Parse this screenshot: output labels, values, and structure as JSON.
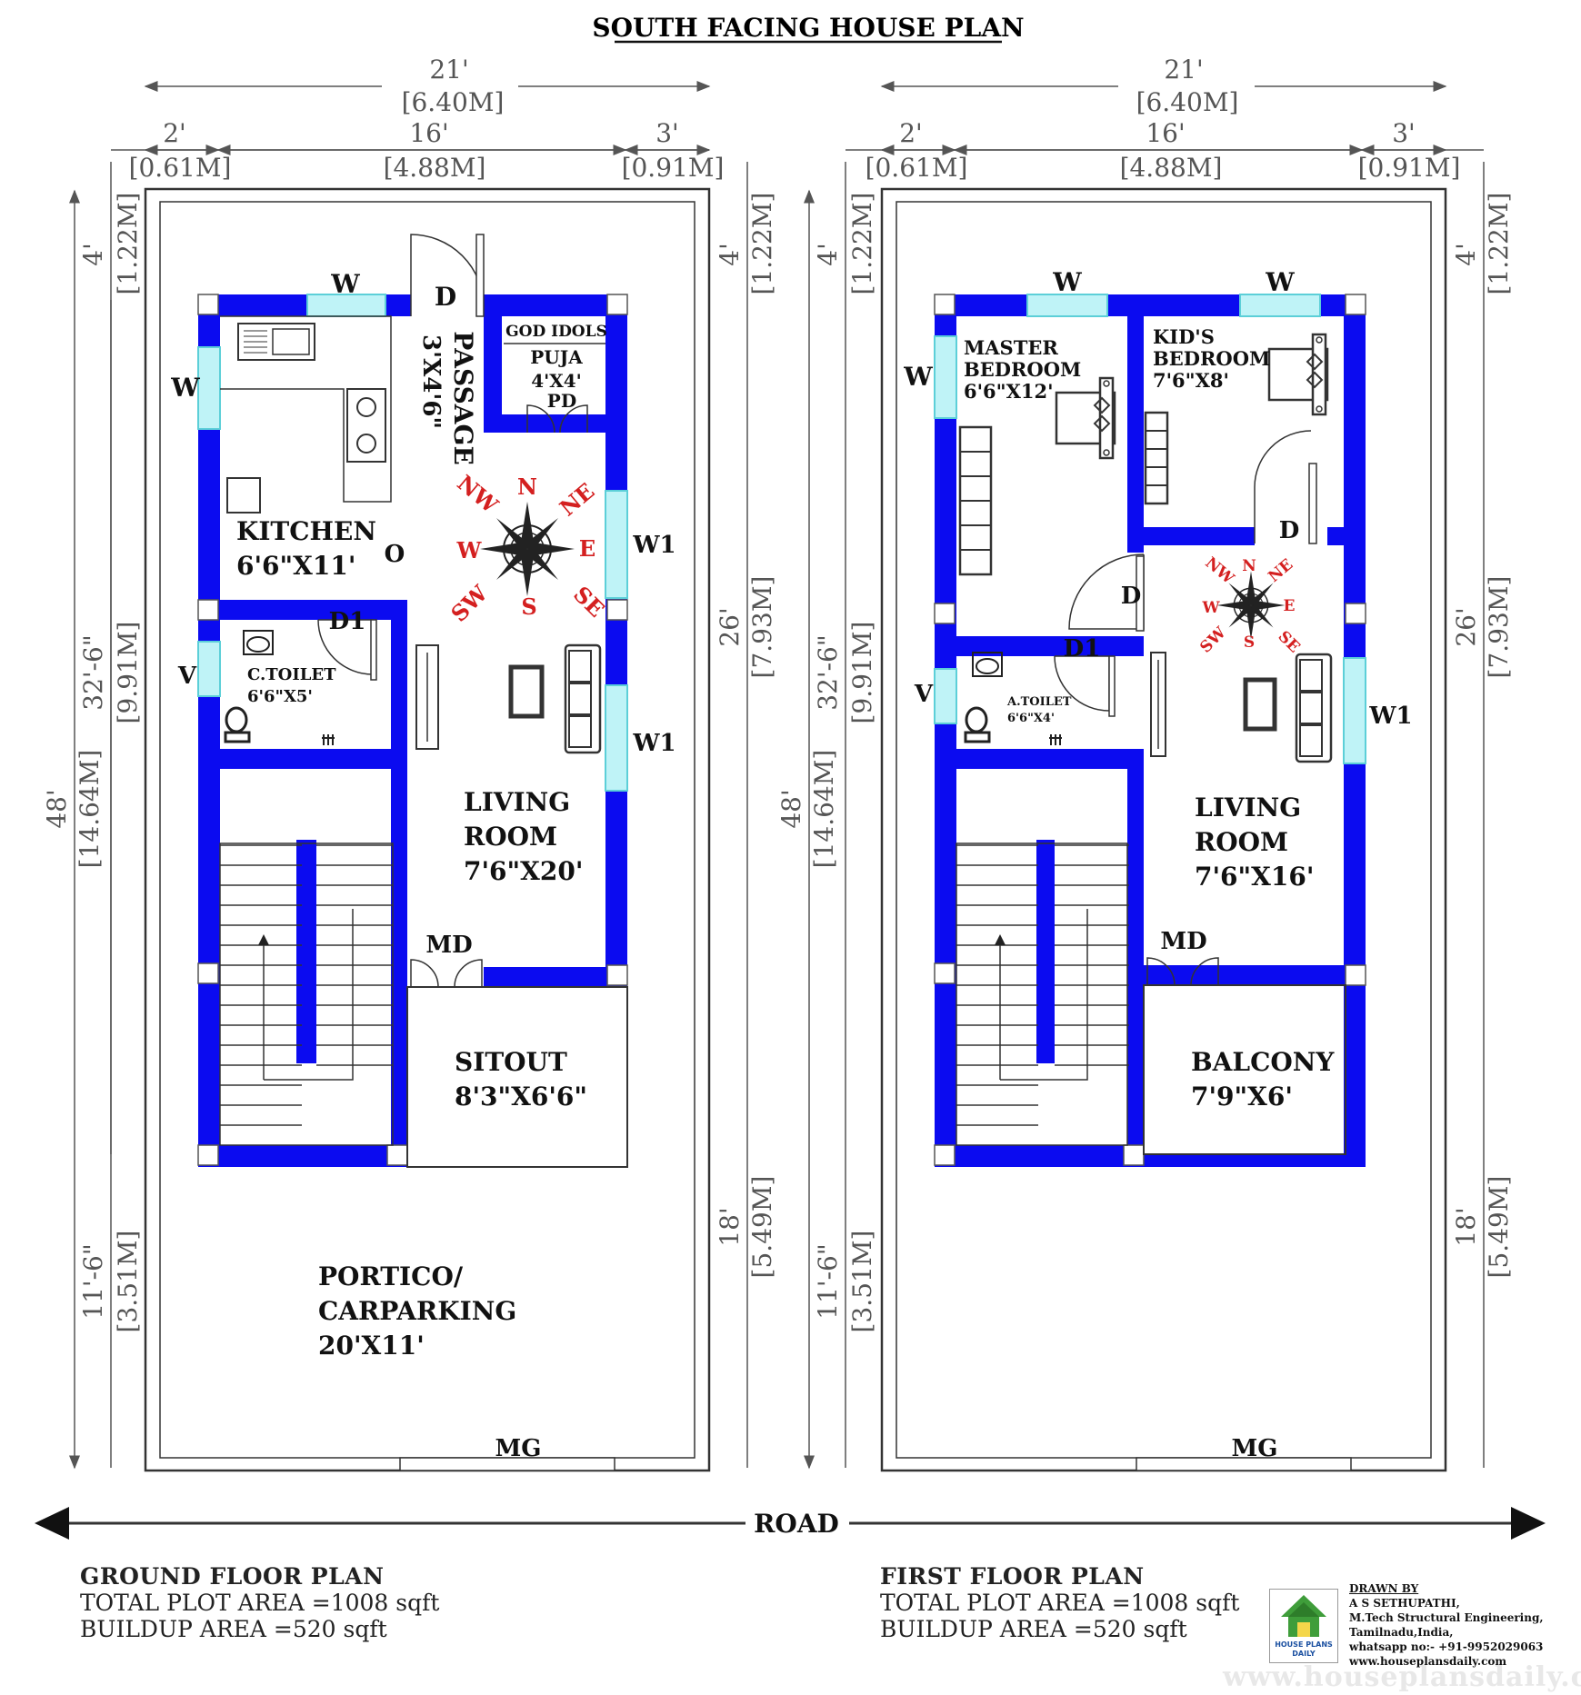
{
  "title": "SOUTH FACING HOUSE PLAN",
  "road_label": "ROAD",
  "dimensions": {
    "width_ft": "21'",
    "width_m": "[6.40M]",
    "left_ft": "2'",
    "left_m": "[0.61M]",
    "mid_ft": "16'",
    "mid_m": "[4.88M]",
    "right_ft": "3'",
    "right_m": "[0.91M]",
    "depth_ft": "48'",
    "depth_m": "[14.64M]",
    "top_ft": "4'",
    "top_m": "[1.22M]",
    "house_ft": "32'-6\"",
    "house_m": "[9.91M]",
    "front_ft": "11'-6\"",
    "front_m": "[3.51M]",
    "rhouse_ft": "26'",
    "rhouse_m": "[7.93M]",
    "rfront_ft": "18'",
    "rfront_m": "[5.49M]"
  },
  "compass": {
    "n": "N",
    "ne": "NE",
    "e": "E",
    "se": "SE",
    "s": "S",
    "sw": "SW",
    "w": "W",
    "nw": "NW"
  },
  "ground_floor": {
    "labels": {
      "w": "W",
      "d": "D",
      "o": "O",
      "d1": "D1",
      "v": "V",
      "w1": "W1",
      "md": "MD",
      "pd": "PD",
      "mg": "MG",
      "passage": "PASSAGE",
      "passage_size": "3'X4'6\"",
      "god_idols": "GOD IDOLS",
      "puja": "PUJA",
      "puja_size": "4'X4'",
      "kitchen": "KITCHEN",
      "kitchen_size": "6'6\"X11'",
      "toilet": "C.TOILET",
      "toilet_size": "6'6\"X5'",
      "living1": "LIVING",
      "living2": "ROOM",
      "living_size": "7'6\"X20'",
      "sitout": "SITOUT",
      "sitout_size": "8'3\"X6'6\"",
      "portico1": "PORTICO/",
      "portico2": "CARPARKING",
      "portico_size": "20'X11'"
    },
    "info": {
      "heading": "GROUND FLOOR PLAN",
      "plot_area": "TOTAL PLOT AREA =1008 sqft",
      "buildup_area": "BUILDUP AREA =520 sqft"
    }
  },
  "first_floor": {
    "labels": {
      "w": "W",
      "d": "D",
      "d1": "D1",
      "v": "V",
      "w1": "W1",
      "md": "MD",
      "mg": "MG",
      "master1": "MASTER",
      "master2": "BEDROOM",
      "master_size": "6'6\"X12'",
      "kids1": "KID'S",
      "kids2": "BEDROOM",
      "kids_size": "7'6\"X8'",
      "toilet": "A.TOILET",
      "toilet_size": "6'6\"X4'",
      "living1": "LIVING",
      "living2": "ROOM",
      "living_size": "7'6\"X16'",
      "balcony": "BALCONY",
      "balcony_size": "7'9\"X6'"
    },
    "info": {
      "heading": "FIRST FLOOR PLAN",
      "plot_area": "TOTAL PLOT AREA =1008 sqft",
      "buildup_area": "BUILDUP AREA =520 sqft"
    }
  },
  "credits": {
    "drawn_by": "DRAWN BY",
    "name": "A S SETHUPATHI,",
    "degree": "M.Tech Structural Engineering,",
    "location": "Tamilnadu,India,",
    "phone": "whatsapp no:- +91-9952029063",
    "website": "www.houseplansdaily.com",
    "logo_line1": "HOUSE PLANS",
    "logo_line2": "DAILY",
    "watermark": "www.houseplansdaily.com"
  },
  "colors": {
    "wall": "#0b0bf0",
    "window": "#bff3f7",
    "compass_text": "#d42020",
    "outline": "#333333"
  }
}
